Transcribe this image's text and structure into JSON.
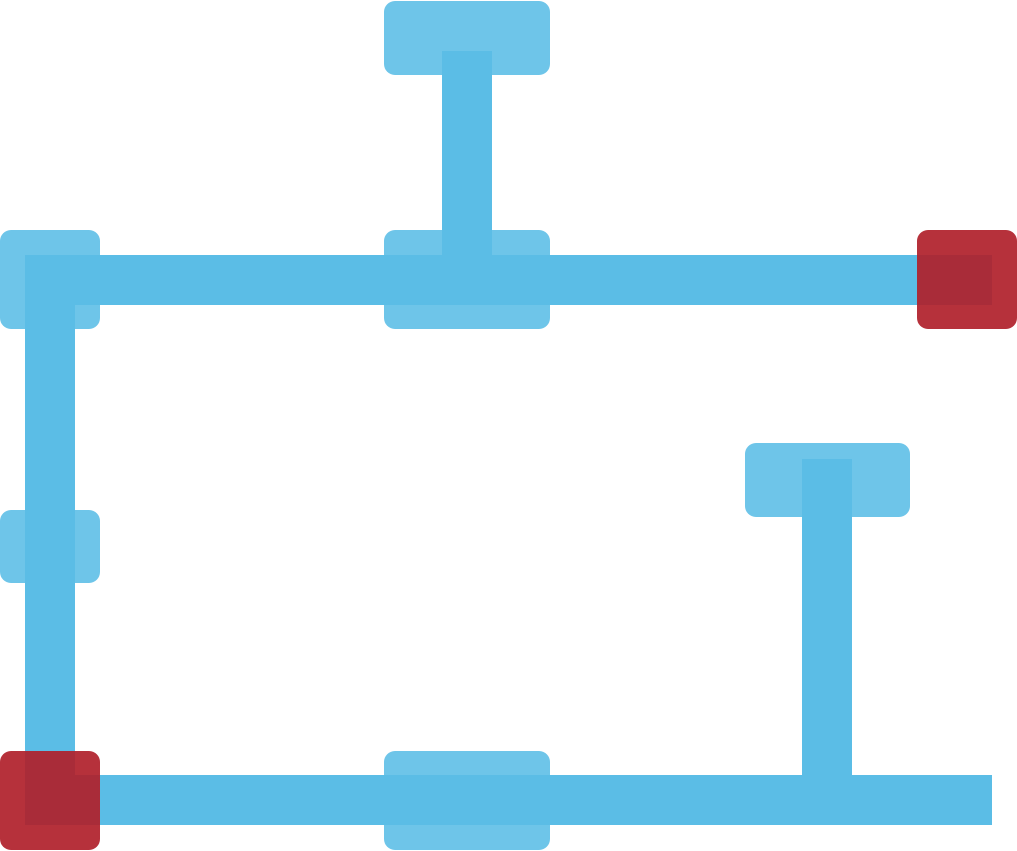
{
  "diagram": {
    "type": "wiring-diagram",
    "colors": {
      "background": "#ffffff",
      "wire": "#5bbde6",
      "node": "#66c2e8",
      "terminal": "#b01f2a"
    },
    "nodes": [
      {
        "id": "node-top",
        "kind": "node"
      },
      {
        "id": "node-left-top",
        "kind": "node"
      },
      {
        "id": "node-center-top",
        "kind": "node"
      },
      {
        "id": "terminal-right-top",
        "kind": "terminal"
      },
      {
        "id": "node-left-middle",
        "kind": "node"
      },
      {
        "id": "node-right-middle",
        "kind": "node"
      },
      {
        "id": "terminal-bottom-left",
        "kind": "terminal"
      },
      {
        "id": "node-center-bottom",
        "kind": "node"
      }
    ],
    "wires": [
      {
        "id": "wire-top-branch",
        "from": "node-top",
        "to": "node-center-top"
      },
      {
        "id": "wire-upper-horizontal",
        "from": "node-left-top",
        "to": "terminal-right-top"
      },
      {
        "id": "wire-left-vertical",
        "from": "node-left-top",
        "to": "terminal-bottom-left"
      },
      {
        "id": "wire-lower-horizontal",
        "from": "terminal-bottom-left",
        "to": "node-center-bottom"
      },
      {
        "id": "wire-right-branch",
        "from": "node-right-middle",
        "to": "wire-lower-horizontal"
      }
    ]
  }
}
